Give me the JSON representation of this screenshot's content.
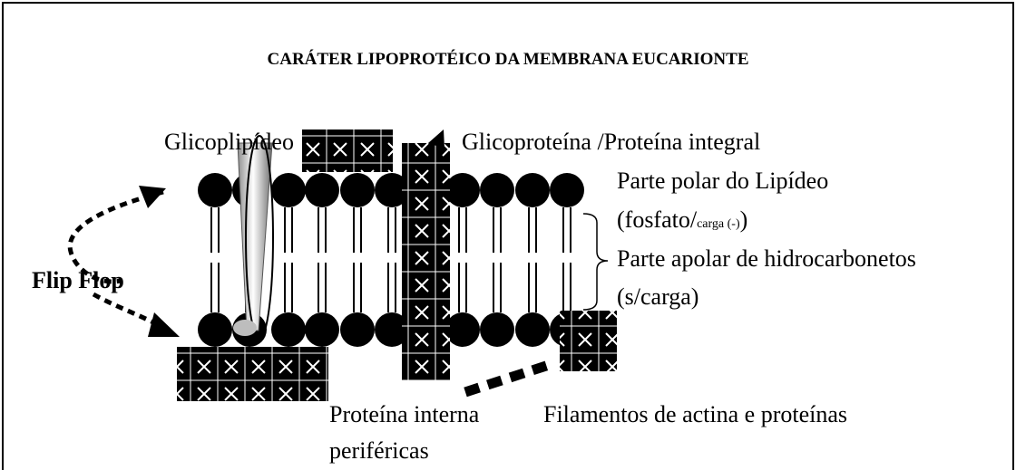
{
  "title": "CARÁTER LIPOPROTÉICO DA MEMBRANA EUCARIONTE",
  "labels": {
    "glycolipid": "Glicoplipídeo",
    "glycoprotein": "Glicoproteína /Proteína integral",
    "polar_part": "Parte polar do Lipídeo",
    "polar_detail_open": "(fosfato/",
    "polar_detail_small": "carga (-)",
    "polar_detail_close": ")",
    "apolar_part": "Parte apolar de hidrocarbonetos",
    "apolar_detail": "(s/carga)",
    "flip_flop": "Flip Flop",
    "internal_protein_line1": "Proteína interna",
    "internal_protein_line2": "periféricas",
    "actin": "Filamentos de actina e proteínas"
  },
  "colors": {
    "frame": "#000000",
    "lipid_head": "#000000",
    "protein_block": "#000000",
    "protein_cross": "#ffffff",
    "glycolipid_gradient": [
      "#9a9a9a",
      "#ffffff"
    ]
  }
}
